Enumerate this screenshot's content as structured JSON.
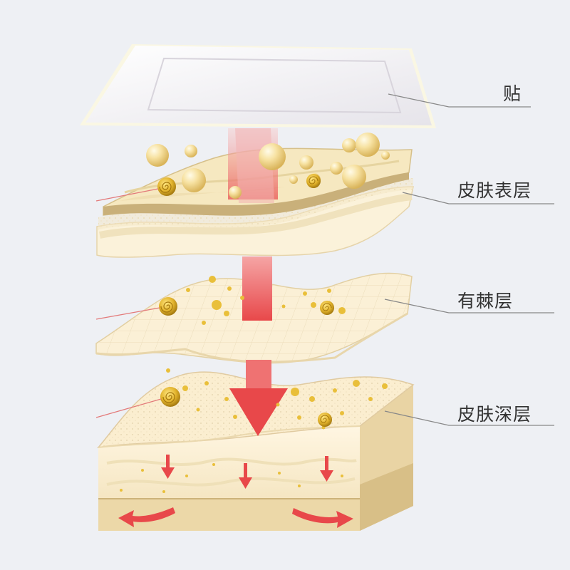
{
  "labels": {
    "patch": "贴",
    "epidermis": "皮肤表层",
    "spinous_layer": "有棘层",
    "deep_skin": "皮肤深层"
  },
  "colors": {
    "background": "#eef0f4",
    "skin_cream": "#fbeed0",
    "skin_tan": "#c9b07a",
    "gold": "#e2b32c",
    "arrow_red": "#e8484a",
    "leader_line": "#888888"
  },
  "icons": [
    "patch-pad",
    "gold-sphere",
    "spiral-particle",
    "penetration-arrow",
    "spread-arrow"
  ]
}
